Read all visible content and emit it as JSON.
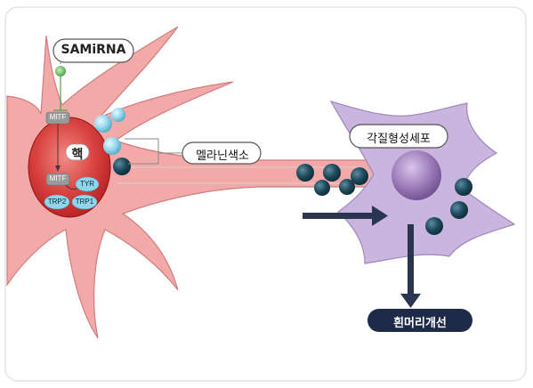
{
  "labels": {
    "samirna": "SAMiRNA",
    "melanosome": "멜라닌색소",
    "keratinocyte": "각질형성세포",
    "result": "흰머리개선",
    "nucleus": "핵",
    "mitf_top": "MITF",
    "mitf_nucleus": "MITF",
    "tyr": "TYR",
    "trp2": "TRP2",
    "trp1": "TRP1"
  },
  "colors": {
    "melanocyte_fill": "#f2a9a9",
    "melanocyte_stroke": "#c96a6a",
    "nucleus_fill": "#c9262a",
    "keratinocyte_fill": "#c8b4dd",
    "keratinocyte_nucleus": "#8b6aa8",
    "melanosome": "#1e4b5c",
    "enzyme_blue": "#8fd6ea",
    "mitf_gray": "#9a9a9a",
    "samirna_green": "#7bc873",
    "arrow_navy": "#2a3550",
    "result_badge": "#1d2a4a"
  }
}
